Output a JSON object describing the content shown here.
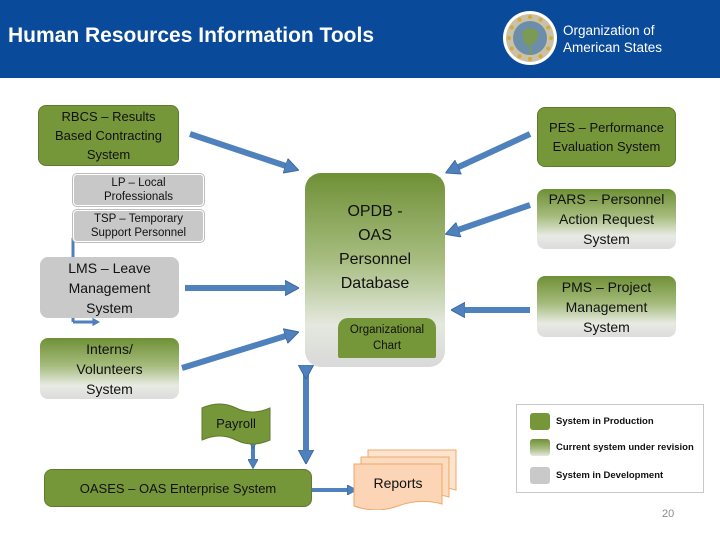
{
  "header": {
    "title": "Human Resources Information Tools",
    "org_line1": "Organization of",
    "org_line2": "American States"
  },
  "center": {
    "line1": "OPDB -",
    "line2": "OAS",
    "line3": "Personnel",
    "line4": "Database",
    "org_chart_line1": "Organizational",
    "org_chart_line2": "Chart"
  },
  "left": {
    "rbcs": [
      "RBCS – Results",
      "Based Contracting",
      "System"
    ],
    "lp": [
      "LP – Local",
      "Professionals"
    ],
    "tsp": [
      "TSP – Temporary",
      "Support Personnel"
    ],
    "lms": [
      "LMS – Leave",
      "Management",
      "System"
    ],
    "interns": [
      "Interns/",
      "Volunteers",
      "System"
    ]
  },
  "right": {
    "pes": [
      "PES – Performance",
      "Evaluation System"
    ],
    "pars": [
      "PARS – Personnel",
      "Action Request",
      "System"
    ],
    "pms": [
      "PMS – Project",
      "Management",
      "System"
    ]
  },
  "bottom": {
    "payroll": "Payroll",
    "oases": "OASES – OAS Enterprise System",
    "reports": "Reports"
  },
  "legend": {
    "production": "System in Production",
    "revision": "Current system under revision",
    "development": "System in Development"
  },
  "page_number": "20",
  "colors": {
    "header_bg": "#0a4a9a",
    "production": "#76963a",
    "development": "#c9c9c9",
    "arrow": "#4f81bd",
    "reports": "#fbd5b5"
  }
}
